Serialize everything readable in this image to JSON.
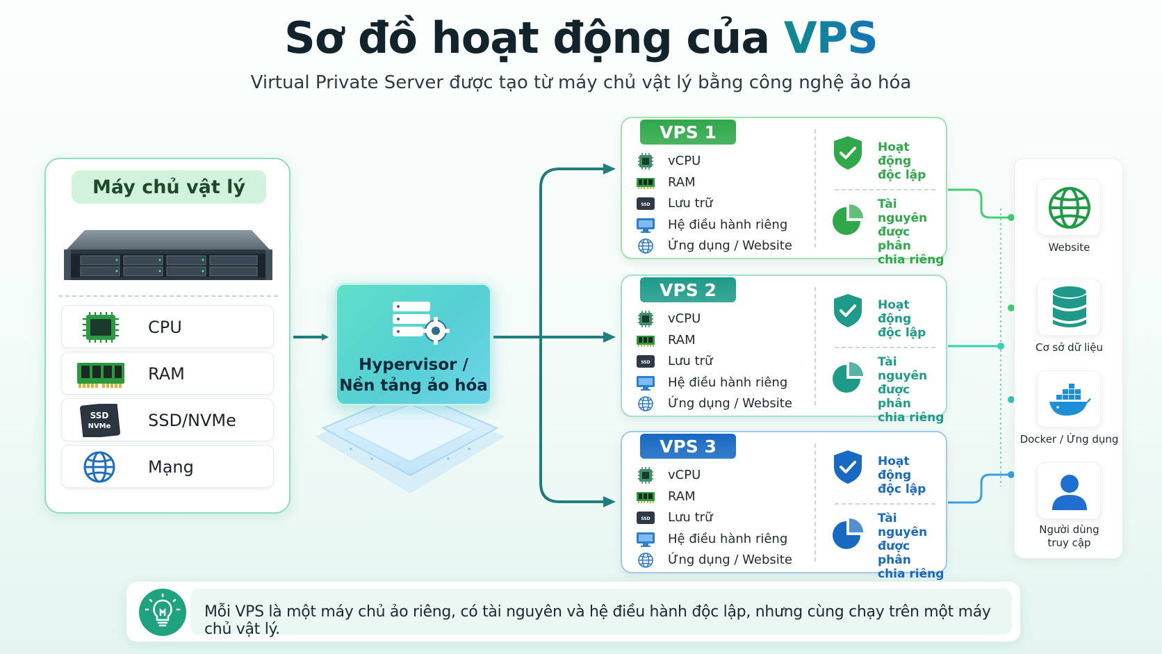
{
  "header": {
    "title_main": "Sơ đồ hoạt động của ",
    "title_accent": "VPS",
    "subtitle": "Virtual Private Server được tạo từ máy chủ vật lý bằng công nghệ ảo hóa"
  },
  "physical": {
    "title": "Máy chủ vật lý",
    "components": [
      {
        "label": "CPU",
        "icon": "cpu-chip-icon"
      },
      {
        "label": "RAM",
        "icon": "ram-module-icon"
      },
      {
        "label": "SSD/NVMe",
        "icon": "ssd-drive-icon",
        "icon_text_1": "SSD",
        "icon_text_2": "NVMe"
      },
      {
        "label": "Mạng",
        "icon": "globe-network-icon"
      }
    ]
  },
  "hypervisor": {
    "line1": "Hypervisor /",
    "line2": "Nền tảng ảo hóa",
    "icon": "server-gear-icon"
  },
  "vps": [
    {
      "name": "VPS 1",
      "color": "#2fa84a",
      "items": [
        "vCPU",
        "RAM",
        "Lưu trữ",
        "Hệ điều hành riêng",
        "Ứng dụng / Website"
      ],
      "feature1": [
        "Hoạt động",
        "độc lập"
      ],
      "feature2": [
        "Tài nguyên",
        "được phân",
        "chia riêng"
      ]
    },
    {
      "name": "VPS 2",
      "color": "#1d9a88",
      "items": [
        "vCPU",
        "RAM",
        "Lưu trữ",
        "Hệ điều hành riêng",
        "Ứng dụng / Website"
      ],
      "feature1": [
        "Hoạt động",
        "độc lập"
      ],
      "feature2": [
        "Tài nguyên",
        "được phân",
        "chia riêng"
      ]
    },
    {
      "name": "VPS 3",
      "color": "#1769c2",
      "items": [
        "vCPU",
        "RAM",
        "Lưu trữ",
        "Hệ điều hành riêng",
        "Ứng dụng / Website"
      ],
      "feature1": [
        "Hoạt động",
        "độc lập"
      ],
      "feature2": [
        "Tài nguyên",
        "được phân",
        "chia riêng"
      ]
    }
  ],
  "item_icons": [
    "vcpu-chip-icon",
    "ram-module-icon",
    "ssd-storage-icon",
    "monitor-os-icon",
    "globe-app-icon"
  ],
  "ssd_icon_text": "SSD",
  "targets": [
    {
      "label": "Website",
      "icon": "globe-website-icon"
    },
    {
      "label": "Cơ sở dữ liệu",
      "icon": "database-icon"
    },
    {
      "label": "Docker / Ứng dụng",
      "icon": "docker-whale-icon"
    },
    {
      "label_1": "Người dùng",
      "label_2": "truy cập",
      "icon": "user-icon"
    }
  ],
  "note": {
    "text": "Mỗi VPS là một máy chủ ảo riêng, có tài nguyên và hệ điều hành độc lập, nhưng cùng chạy trên một máy chủ vật lý.",
    "icon": "lightbulb-icon"
  }
}
